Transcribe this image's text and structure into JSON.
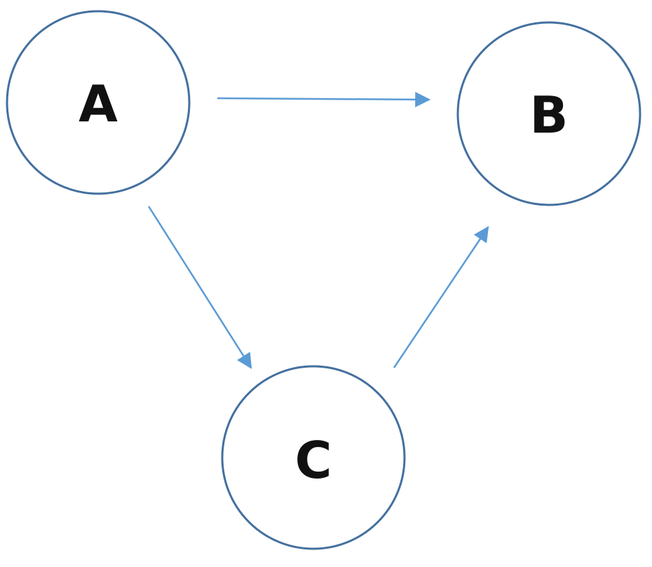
{
  "colors": {
    "node_stroke": "#44709f",
    "edge": "#5b9bd5",
    "label": "#111111"
  },
  "nodes": [
    {
      "id": "A",
      "label": "A"
    },
    {
      "id": "B",
      "label": "B"
    },
    {
      "id": "C",
      "label": "C"
    }
  ],
  "edges": [
    {
      "from": "A",
      "to": "B"
    },
    {
      "from": "A",
      "to": "C"
    },
    {
      "from": "C",
      "to": "B"
    }
  ]
}
